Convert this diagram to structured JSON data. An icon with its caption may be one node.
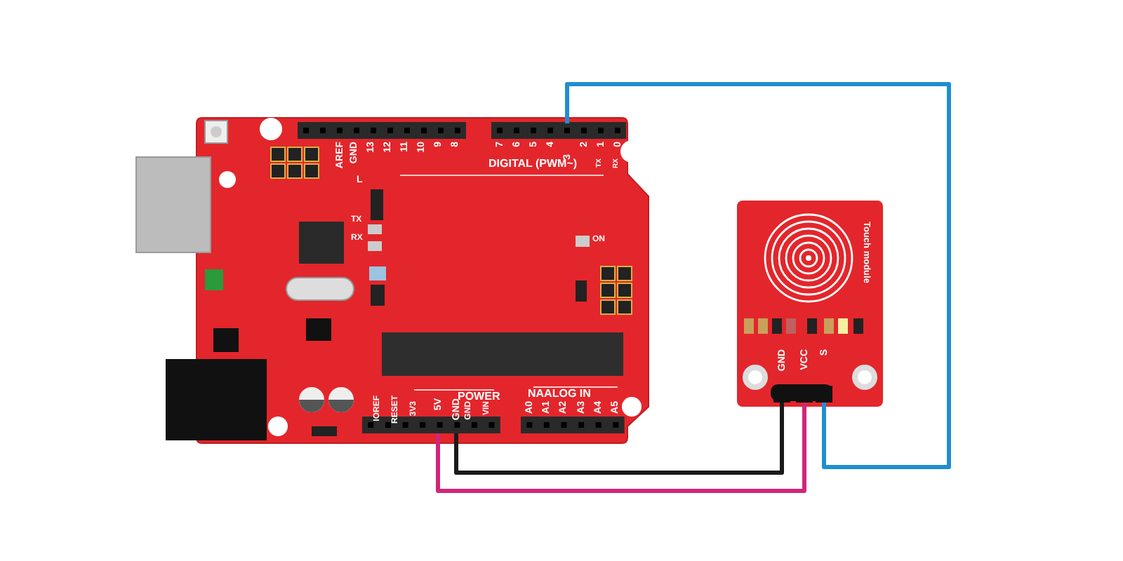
{
  "diagram": {
    "nodes": [
      {
        "text": [],
        "shape": "picture"
      },
      {
        "text": [
          "3"
        ],
        "in": 0
      },
      {
        "text": [
          "5V"
        ],
        "in": 0
      },
      {
        "text": [
          "GND"
        ],
        "in": 0
      },
      {
        "text": [
          "Touch module"
        ]
      },
      {
        "text": [
          "GND"
        ],
        "in": 4
      },
      {
        "text": [
          "VCC"
        ],
        "in": 4
      },
      {
        "text": [
          "S"
        ],
        "in": 4
      }
    ],
    "edges": [
      {
        "from": 2,
        "to": 6,
        "arrow": "none",
        "color": "#d0267a"
      },
      {
        "from": 3,
        "to": 5,
        "arrow": "none",
        "color": "#1a1a1a"
      },
      {
        "from": 1,
        "to": 7,
        "arrow": "none",
        "color": "#1f8fd0"
      }
    ],
    "labels": [
      "AREF",
      "GND",
      "13",
      "12",
      "11",
      "10",
      "9",
      "8",
      "7",
      "6",
      "5",
      "4",
      "2",
      "1",
      "0",
      "DIGITAL (PWM~)",
      "TX",
      "RX",
      "L",
      "TX",
      "RX",
      "ON",
      "POWER",
      "NAALOG IN",
      "IOREF",
      "RESET",
      "3V3",
      "GND",
      "VIN",
      "A0",
      "A1",
      "A2",
      "A3",
      "A4",
      "A5"
    ]
  }
}
